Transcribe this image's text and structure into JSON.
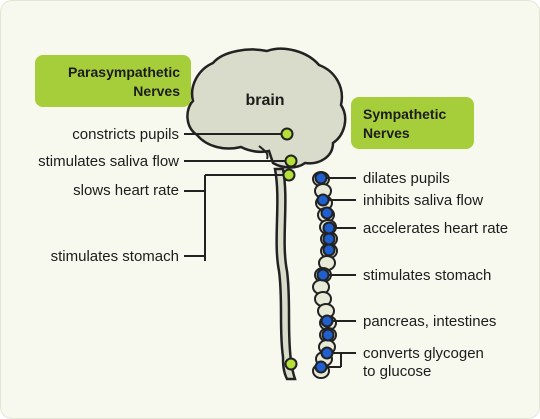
{
  "headers": {
    "parasympathetic": [
      "Parasympathetic",
      "Nerves"
    ],
    "sympathetic": [
      "Sympathetic",
      "Nerves"
    ]
  },
  "brain_label": "brain",
  "parasympathetic_effects": [
    "constricts pupils",
    "stimulates saliva flow",
    "slows heart rate",
    "stimulates stomach"
  ],
  "sympathetic_effects": [
    "dilates pupils",
    "inhibits saliva flow",
    "accelerates heart rate",
    "stimulates stomach",
    "pancreas, intestines"
  ],
  "sympathetic_last": [
    "converts glycogen",
    "to glucose"
  ],
  "colors": {
    "header_fill": "#a6cd3a",
    "parasympathetic_node": "#b5e03a",
    "sympathetic_node": "#1f5fd0",
    "brain_fill": "#d9dccb",
    "outline": "#222222"
  }
}
